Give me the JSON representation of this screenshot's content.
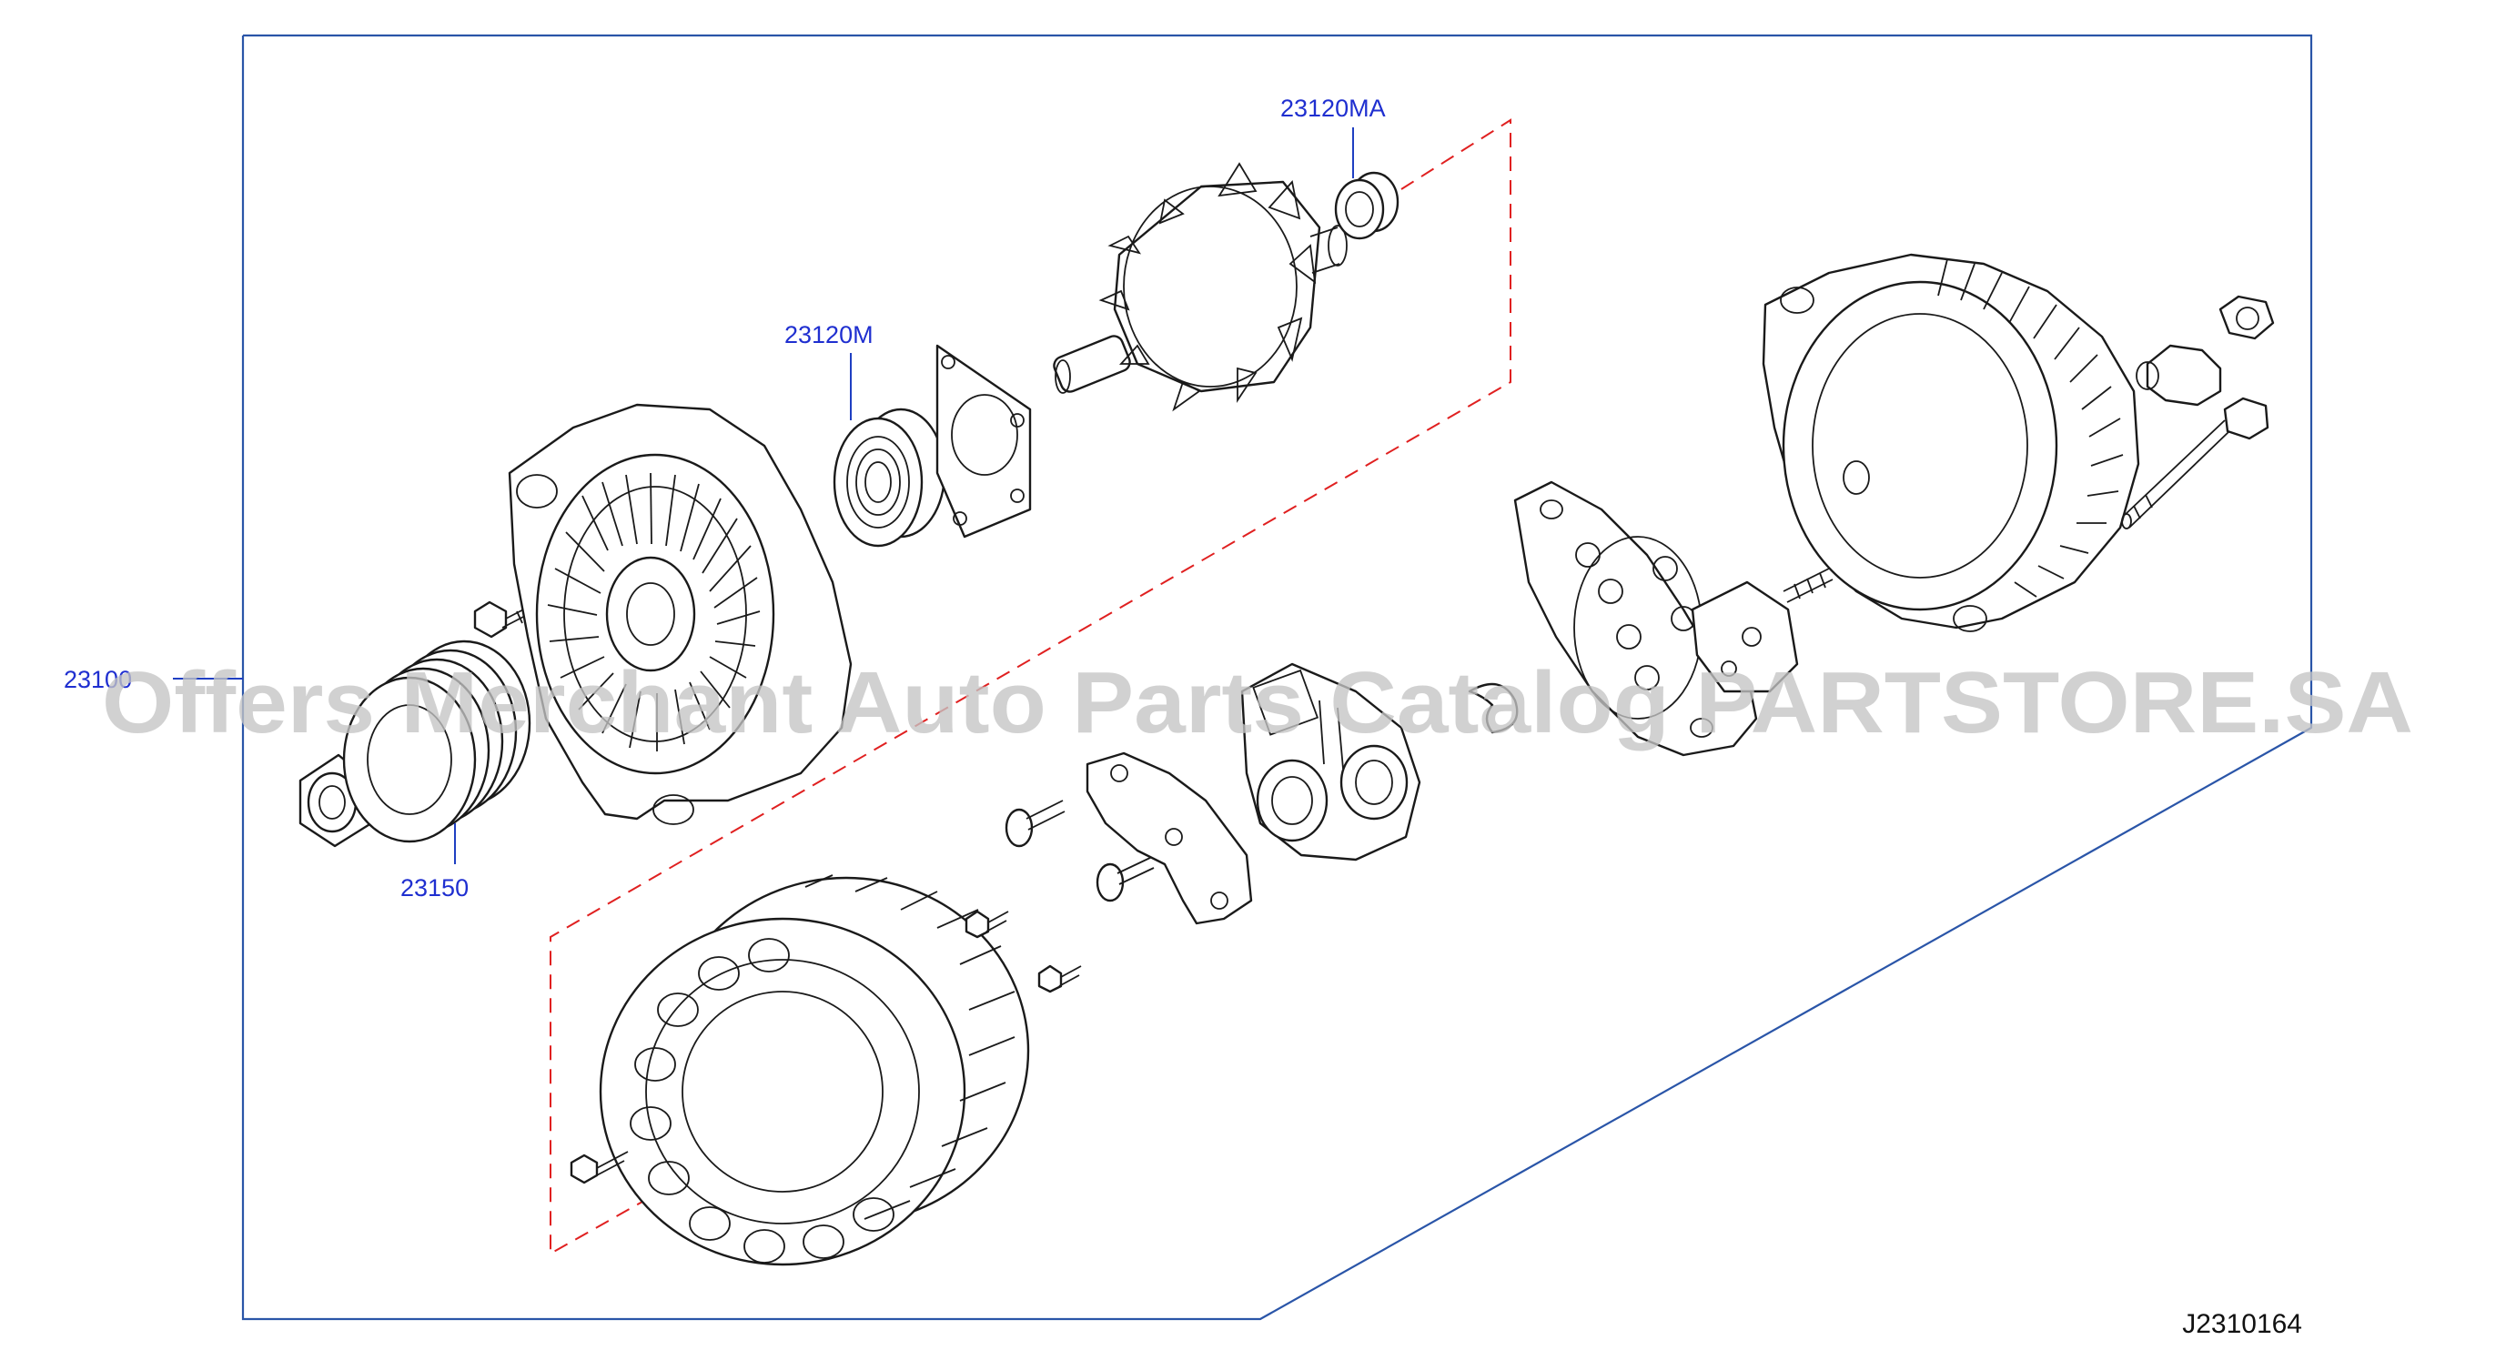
{
  "labels": {
    "assembly": "23100",
    "pulley": "23150",
    "front_bearing": "23120M",
    "rear_bearing": "23120MA"
  },
  "diagram_code": "J2310164",
  "watermark": "Offers Merchant Auto Parts Catalog PARTSTORE.SA",
  "colors": {
    "frame": "#2a55a8",
    "label": "#1f2fd0",
    "dashed_guide": "#e02020",
    "watermark": "#c4c4c4"
  }
}
